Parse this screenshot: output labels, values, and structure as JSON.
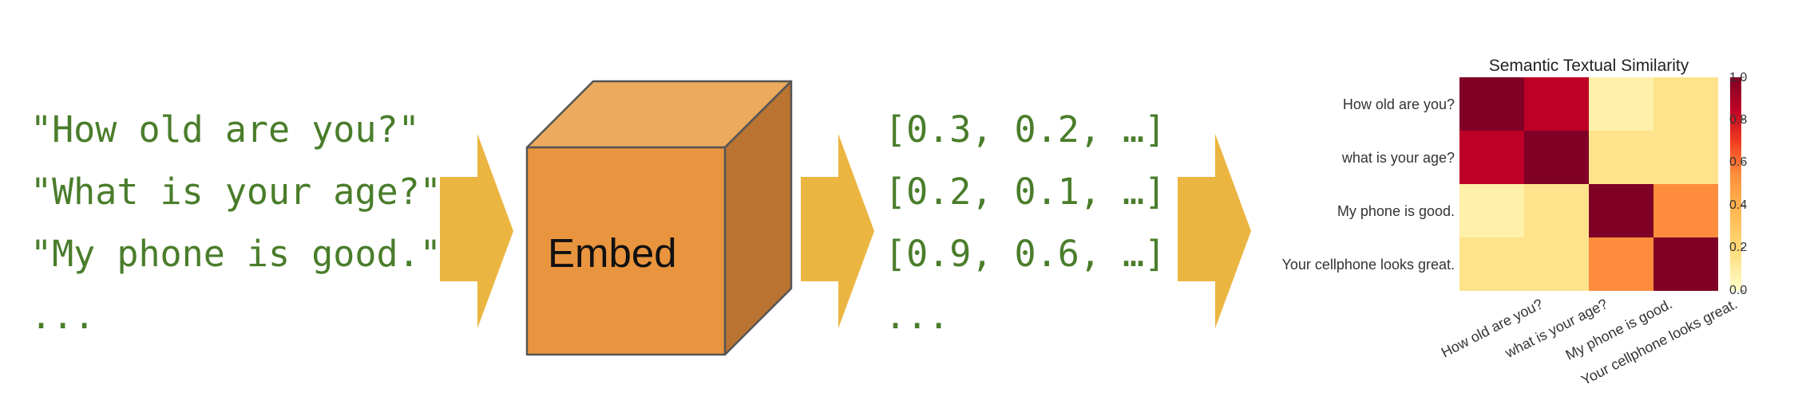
{
  "sentences": [
    "\"How old are you?\"",
    "\"What is your age?\"",
    "\"My phone is good.\"",
    "..."
  ],
  "model": {
    "label": "Embed"
  },
  "vectors": [
    "[0.3, 0.2, …]",
    "[0.2, 0.1, …]",
    "[0.9, 0.6, …]",
    "..."
  ],
  "heatmap": {
    "title": "Semantic Textual Similarity",
    "labels": [
      "How old are you?",
      "what is your age?",
      "My phone is good.",
      "Your cellphone looks great."
    ],
    "matrix": [
      [
        1.0,
        0.85,
        0.08,
        0.15
      ],
      [
        0.85,
        1.0,
        0.15,
        0.15
      ],
      [
        0.08,
        0.15,
        1.0,
        0.55
      ],
      [
        0.15,
        0.15,
        0.55,
        1.0
      ]
    ],
    "colorbar_ticks": [
      "1.0",
      "0.8",
      "0.6",
      "0.4",
      "0.2",
      "0.0"
    ],
    "colormap": "YlOrRd"
  },
  "colors": {
    "text_green": "#4a7d2b",
    "arrow": "#ebb542",
    "cube_front": "#e9943e",
    "cube_top": "#ecaa5e",
    "cube_side": "#ba7331"
  }
}
